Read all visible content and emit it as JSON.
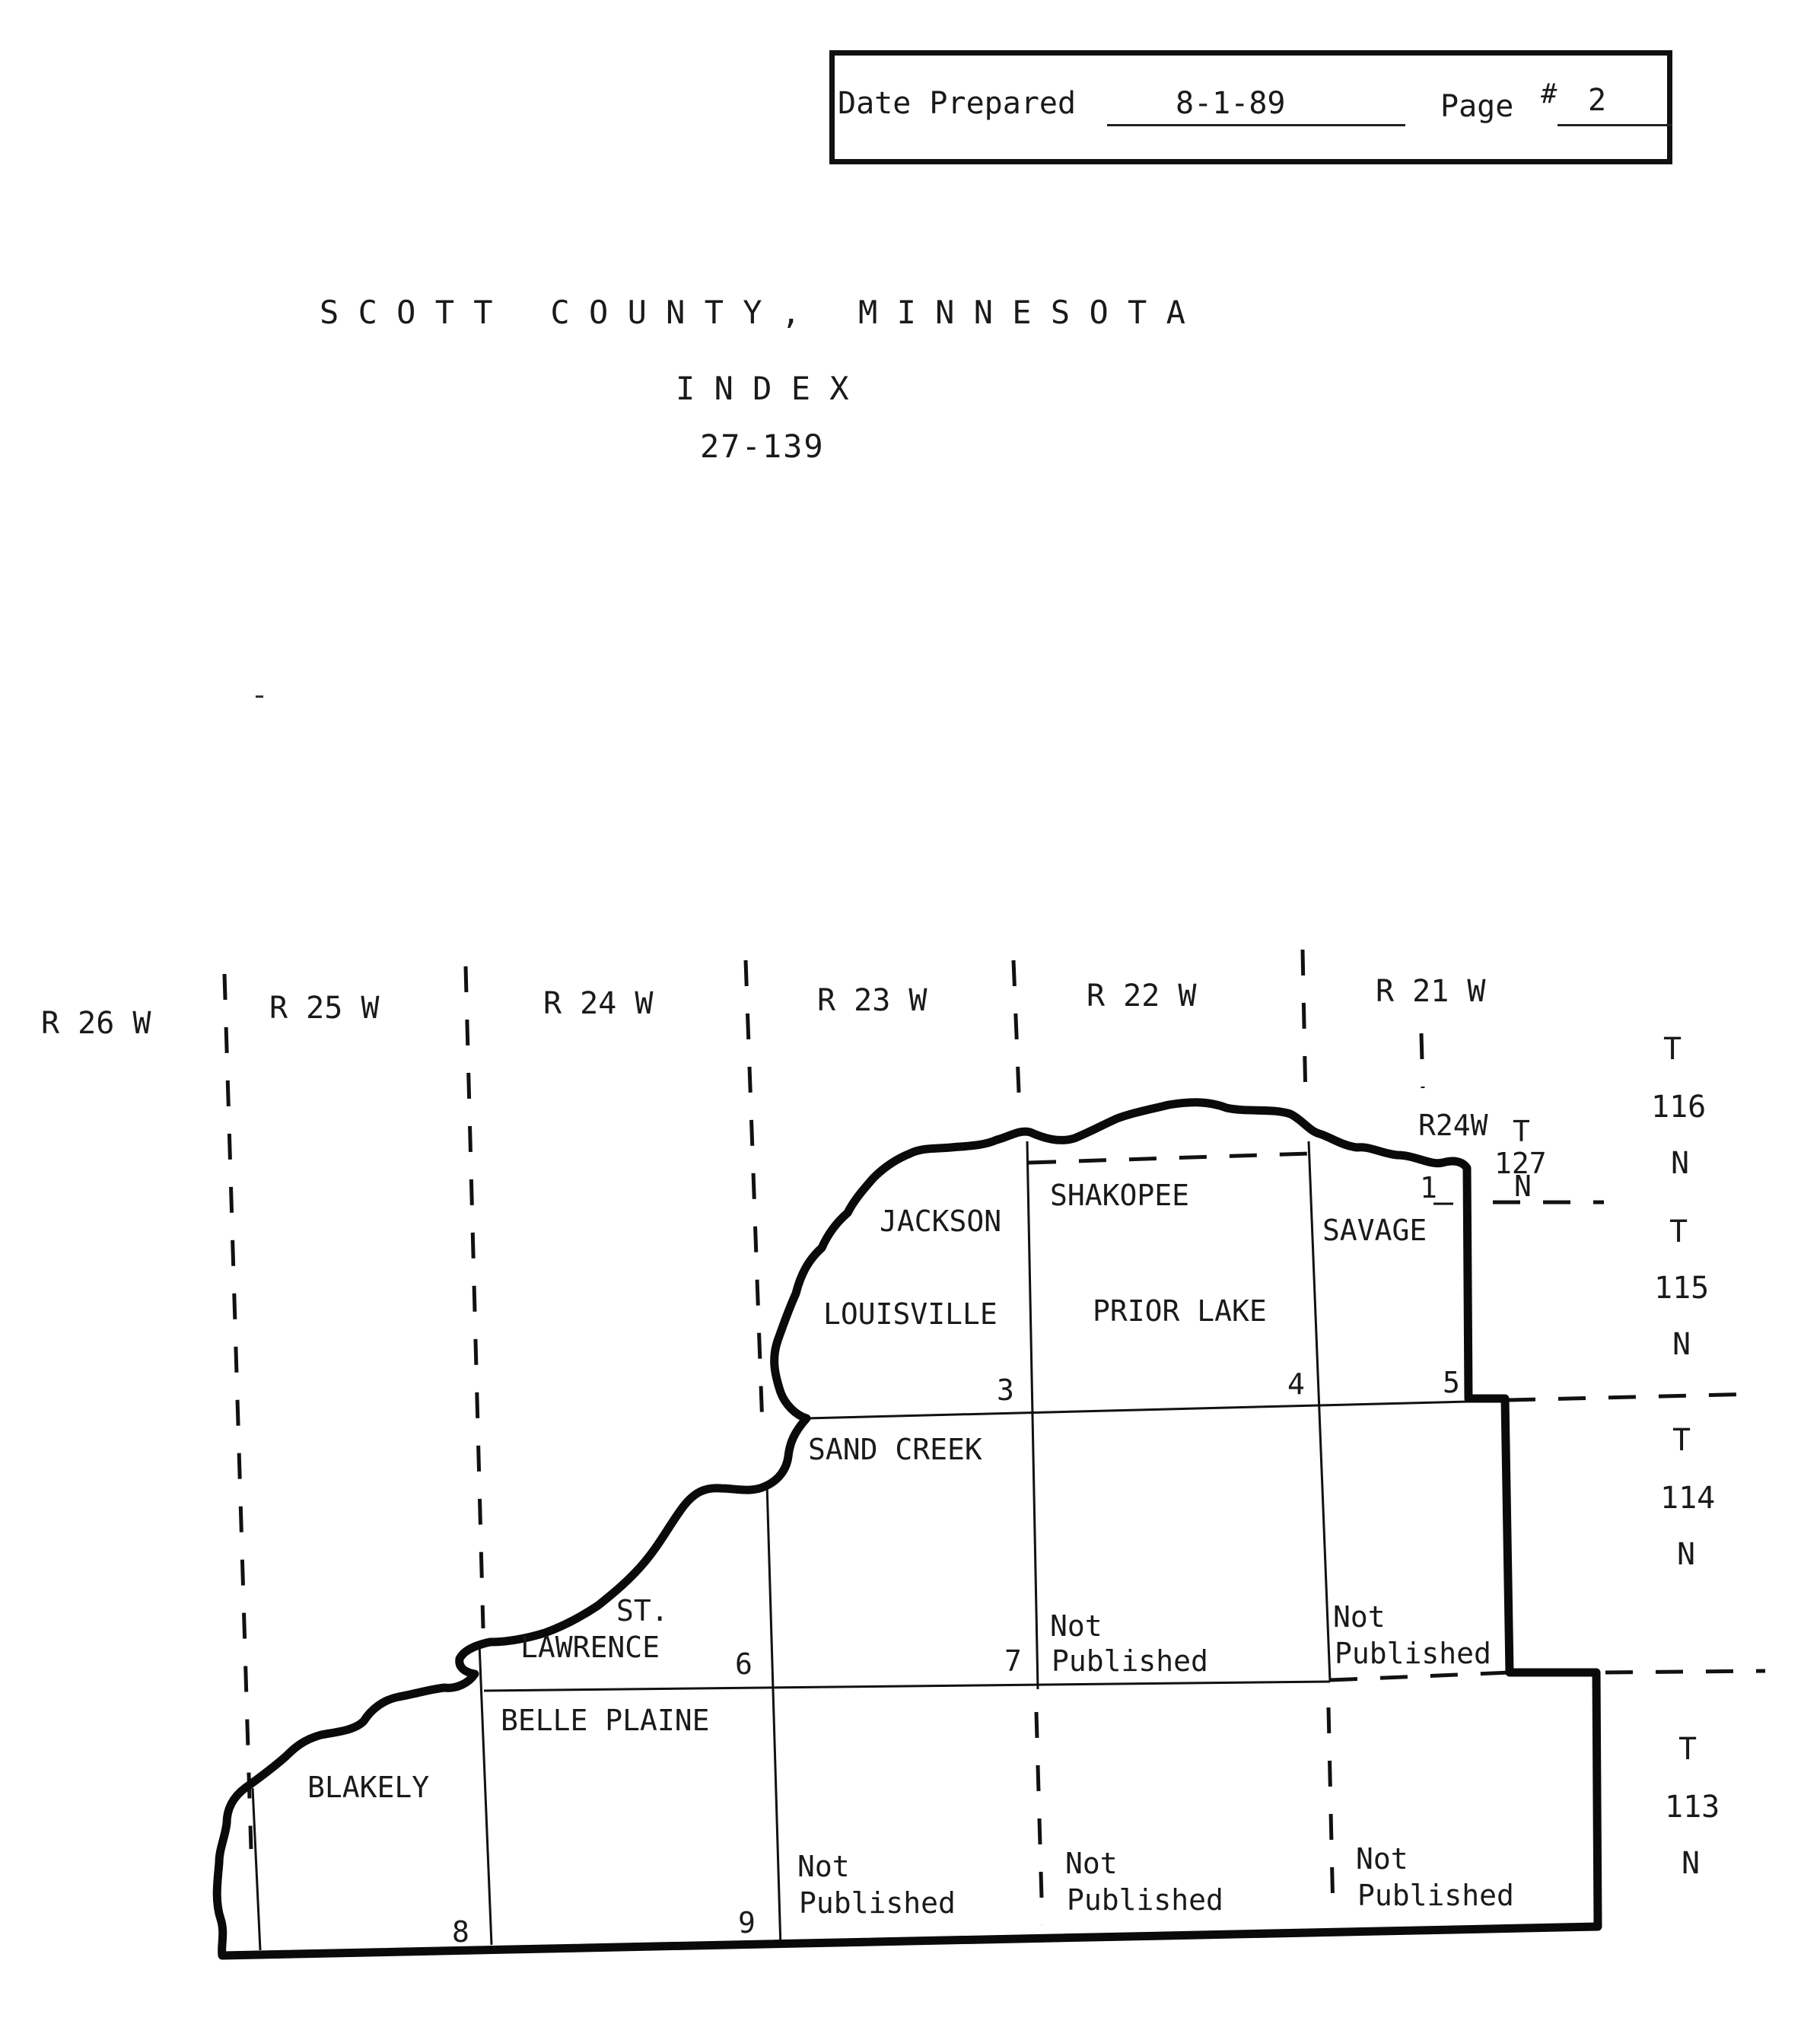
{
  "header": {
    "date_label": "Date Prepared",
    "date_value": "8-1-89",
    "page_label": "Page",
    "page_symbol": "#",
    "page_value": "2"
  },
  "title": {
    "line1": "S C O T T   C O U N T Y ,   M I N N E S O T A",
    "line2": "I N D E X",
    "line3": "27-139"
  },
  "ranges": [
    "R  26  W",
    "R  25 W",
    "R 24 W",
    "R 23 W",
    "R 22 W",
    "R 21 W"
  ],
  "townships": [
    {
      "t": "T",
      "num": "116",
      "n": "N"
    },
    {
      "t": "T",
      "num": "115",
      "n": "N"
    },
    {
      "t": "T",
      "num": "114",
      "n": "N"
    },
    {
      "t": "T",
      "num": "113",
      "n": "N"
    }
  ],
  "inset": {
    "range": "R24W",
    "t": "T",
    "num": "127",
    "n": "N",
    "sheet": "1"
  },
  "places": {
    "jackson": "JACKSON",
    "shakopee": "SHAKOPEE",
    "savage": "SAVAGE",
    "louisville": "LOUISVILLE",
    "prior_lake": "PRIOR LAKE",
    "sand_creek": "SAND CREEK",
    "st": "ST.",
    "lawrence": "LAWRENCE",
    "belle_plaine": "BELLE PLAINE",
    "blakely": "BLAKELY"
  },
  "sheets": [
    "3",
    "4",
    "5",
    "6",
    "7",
    "8",
    "9"
  ],
  "not_published": {
    "line1": "Not",
    "line2": "Published"
  }
}
